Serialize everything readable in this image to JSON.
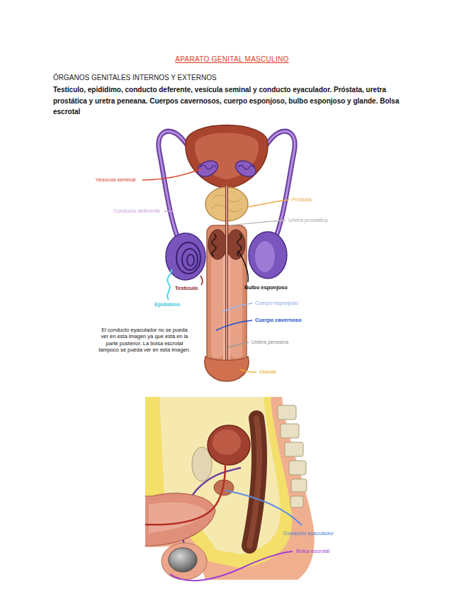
{
  "diagram": {
    "title": "APARATO GENITAL MASCULINO",
    "labels": [
      "ÓRGANOS GENITALES INTERNOS Y EXTERNOS",
      "Testículo, epidídimo, conducto deferente, vesícula seminal y conducto eyaculador. Próstata, uretra prostática y uretra peneana. Cuerpos cavernosos, cuerpo esponjoso, bulbo esponjoso y glande. Bolsa escrotal",
      "Vesícula seminal",
      "Conducto deferente",
      "Próstata",
      "Uretra prostática",
      "Testículo",
      "Bulbo esponjoso",
      "Epidídimo",
      "Cuerpo esponjoso",
      "Cuerpo cavernoso",
      "Uretra peneana",
      "Glande",
      "El conducto eyaculador no se pueda ver en esta imagen ya que está en la parte posterior. La bolsa escrotal tampoco se pueda ver en esta imagen.",
      "Conducto eyaculador",
      "Bolsa escrotal"
    ]
  }
}
